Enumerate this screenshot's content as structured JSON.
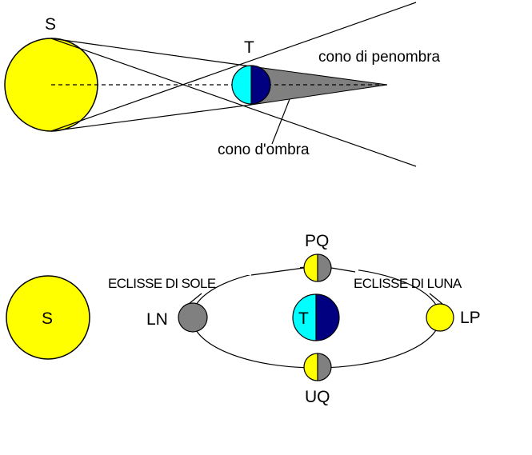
{
  "top_diagram": {
    "sun_label": "S",
    "earth_label": "T",
    "penumbra_label": "cono di penombra",
    "umbra_label": "cono d'ombra"
  },
  "bottom_diagram": {
    "sun_label": "S",
    "earth_label": "T",
    "moon_phases": {
      "first_quarter": "PQ",
      "new_moon": "LN",
      "full_moon": "LP",
      "last_quarter": "UQ"
    },
    "solar_eclipse_label": "ECLISSE DI SOLE",
    "lunar_eclipse_label": "ECLISSE DI LUNA"
  },
  "colors": {
    "sun": "#ffff00",
    "earth_lit": "#00ffff",
    "earth_dark": "#000080",
    "moon_dark": "#808080",
    "moon_lit": "#ffff00",
    "shadow_cone": "#808080"
  }
}
